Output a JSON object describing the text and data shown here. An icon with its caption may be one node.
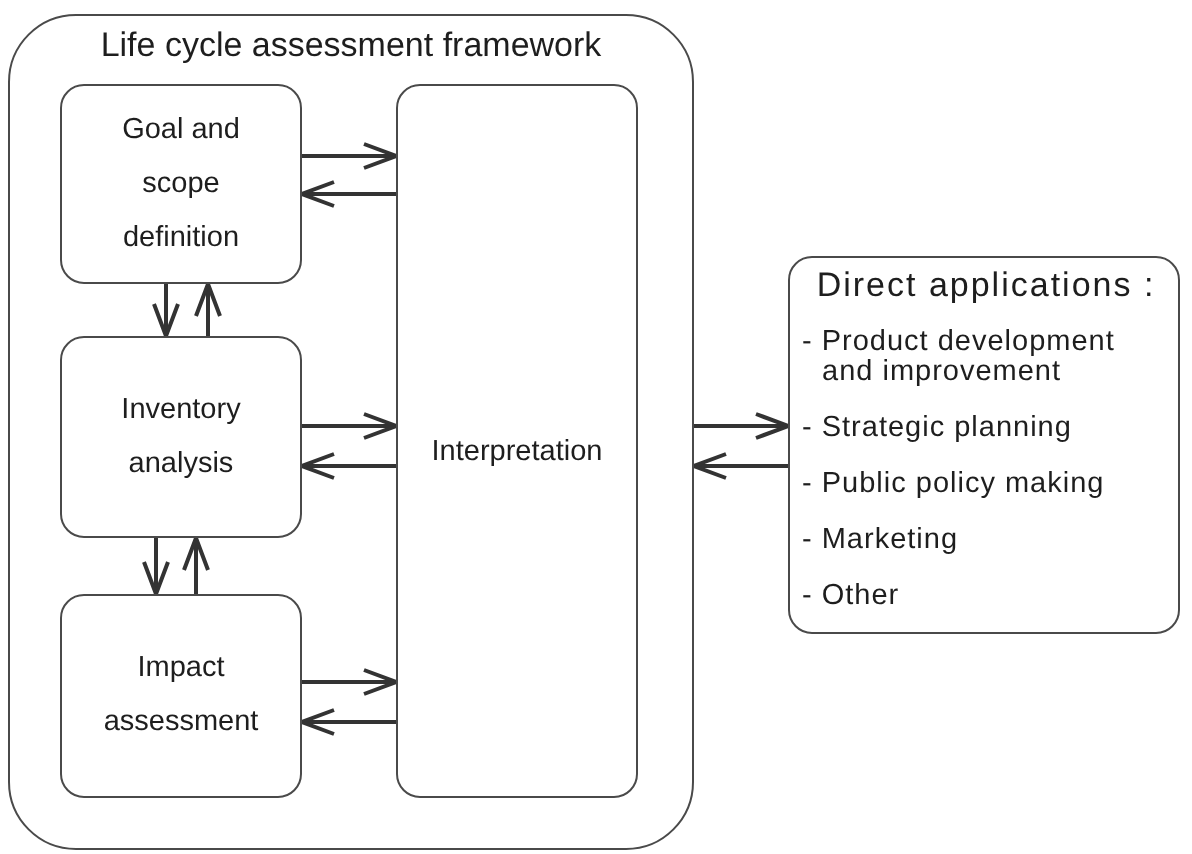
{
  "diagram": {
    "nodes": [
      {
        "text": [
          "Life cycle assessment framework"
        ]
      },
      {
        "text": [
          "Goal and scope definition"
        ],
        "in": 0
      },
      {
        "text": [
          "Inventory analysis"
        ],
        "in": 0
      },
      {
        "text": [
          "Impact assessment"
        ],
        "in": 0
      },
      {
        "text": [
          "Interpretation"
        ],
        "in": 0
      },
      {
        "text": [
          "Direct applications :",
          "- Product development and improvement",
          "- Strategic planning",
          "- Public policy making",
          "- Marketing",
          "- Other"
        ]
      }
    ],
    "edges": [
      {
        "from": 1,
        "to": 4,
        "arrow": "to"
      },
      {
        "from": 4,
        "to": 1,
        "arrow": "to"
      },
      {
        "from": 1,
        "to": 2,
        "arrow": "to"
      },
      {
        "from": 2,
        "to": 1,
        "arrow": "to"
      },
      {
        "from": 2,
        "to": 4,
        "arrow": "to"
      },
      {
        "from": 4,
        "to": 2,
        "arrow": "to"
      },
      {
        "from": 2,
        "to": 3,
        "arrow": "to"
      },
      {
        "from": 3,
        "to": 2,
        "arrow": "to"
      },
      {
        "from": 3,
        "to": 4,
        "arrow": "to"
      },
      {
        "from": 4,
        "to": 3,
        "arrow": "to"
      },
      {
        "from": 0,
        "to": 5,
        "arrow": "to"
      },
      {
        "from": 5,
        "to": 0,
        "arrow": "to"
      }
    ]
  }
}
